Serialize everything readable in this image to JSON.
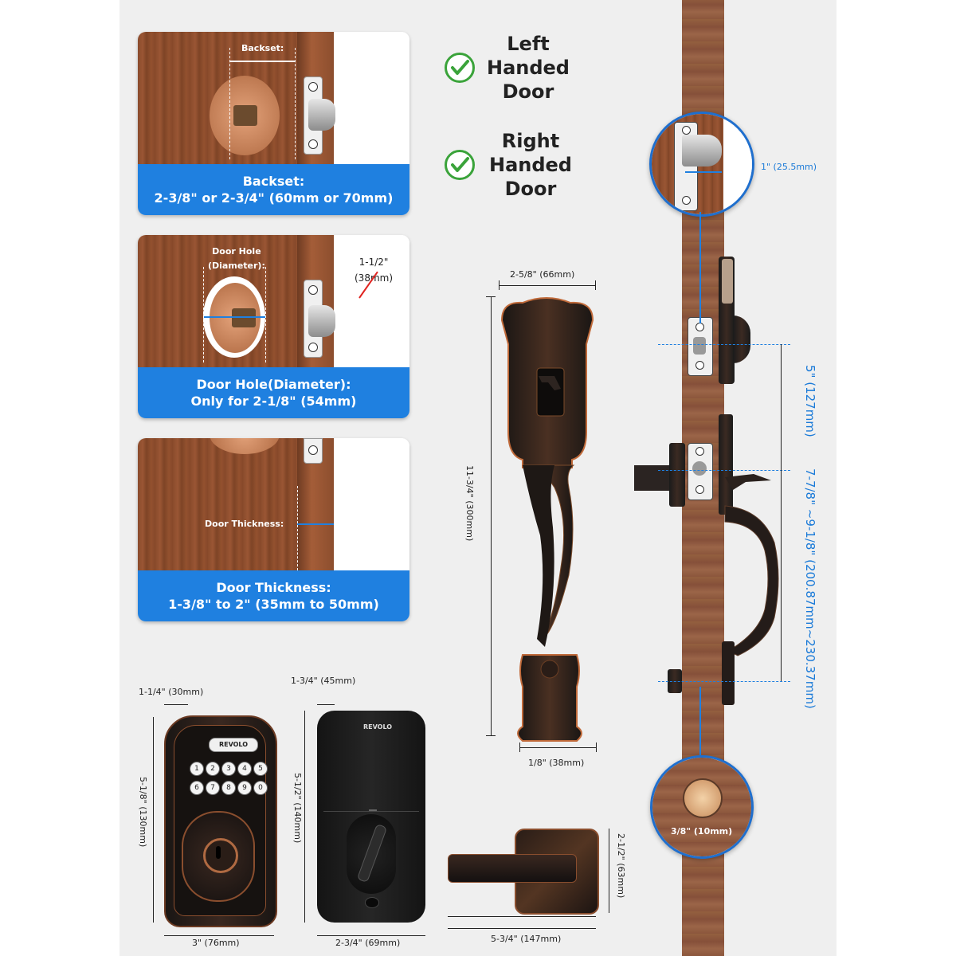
{
  "cards": [
    {
      "top_label": "Backset:",
      "banner_line1": "Backset:",
      "banner_line2": "2-3/8\" or 2-3/4\" (60mm or 70mm)"
    },
    {
      "top_label_line1": "Door Hole",
      "top_label_line2": "(Diameter):",
      "strike_line1": "1-1/2\"",
      "strike_line2": "(38mm)",
      "banner_line1": "Door Hole(Diameter):",
      "banner_line2": "Only for 2-1/8\" (54mm)"
    },
    {
      "side_label": "Door Thickness:",
      "banner_line1": "Door Thickness:",
      "banner_line2": "1-3/8\" to 2\" (35mm to 50mm)"
    }
  ],
  "handedness": [
    {
      "line1": "Left",
      "line2": "Handed",
      "line3": "Door"
    },
    {
      "line1": "Right",
      "line2": "Handed",
      "line3": "Door"
    }
  ],
  "dimensions": {
    "handle_width": "2-5/8\" (66mm)",
    "handle_height": "11-3/4\" (300mm)",
    "handle_base": "1/8\" (38mm)",
    "latch_depth": "1\" (25.5mm)",
    "hole_spacing": "5\" (127mm)",
    "handle_spacing": "7-7/8\" ~9-1/8\" (200.87mm~230.37mm)",
    "bolt_hole": "3/8\" (10mm)",
    "keypad_depth": "1-1/4\" (30mm)",
    "keypad_height": "5-1/8\" (130mm)",
    "keypad_width": "3\" (76mm)",
    "interior_depth": "1-3/4\" (45mm)",
    "interior_height": "5-1/2\" (140mm)",
    "interior_width": "2-3/4\" (69mm)",
    "lever_width": "5-3/4\" (147mm)",
    "lever_height": "2-1/2\" (63mm)"
  },
  "brand": {
    "keypad_logo": "REVOLO",
    "interior_logo": "REVOLO"
  },
  "keypad_keys": [
    "1",
    "2",
    "3",
    "4",
    "5",
    "6",
    "7",
    "8",
    "9",
    "0"
  ],
  "colors": {
    "accent_blue": "#1f80e0",
    "check_green": "#3aa33a",
    "dim_blue": "#1a7ad8"
  }
}
